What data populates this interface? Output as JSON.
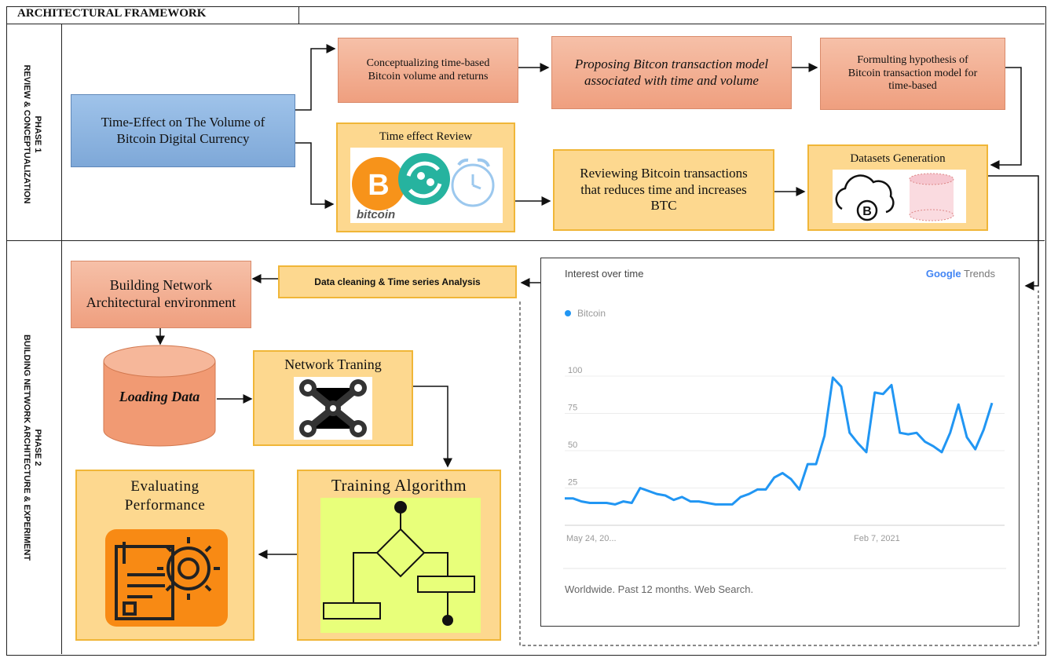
{
  "title": "ARCHITECTURAL FRAMEWORK",
  "phase1": {
    "label_line1": "PHASE 1",
    "label_line2": "REVIEW  & CONCEPTUALIZATION",
    "main_box": "Time-Effect on The Volume of Bitcoin Digital Currency",
    "box_conceptualizing": "Conceptualizing time-based Bitcoin volume and returns",
    "box_proposing": "Proposing Bitcon transaction model associated  with time and volume",
    "box_formulting": "Formulting hypothesis of Bitcoin transaction model for time-based",
    "box_time_effect_review": "Time effect Review",
    "bitcoin_word": "bitcoin",
    "box_reviewing": "Reviewing Bitcoin transactions that reduces time and increases BTC",
    "box_datasets": "Datasets Generation"
  },
  "phase2": {
    "label_line1": "PHASE 2",
    "label_line2": "BUILDING NETWORK ARCHITECTURE & EXPERIMENT",
    "box_data_cleaning": "Data cleaning & Time series Analysis",
    "box_building_network": "Building Network Architectural environment",
    "box_loading_data": "Loading Data",
    "box_network_training": "Network Traning",
    "box_training_algorithm": "Training Algorithm",
    "box_evaluating": "Evaluating Performance"
  },
  "trends": {
    "header": "Interest over time",
    "brand": "Google",
    "brand_suffix": "Trends",
    "footer": "Worldwide. Past 12 months. Web Search."
  },
  "colors": {
    "salmon": "#ef9f7f",
    "yellow": "#fdd88f",
    "blue": "#7ea8d8",
    "trend_line": "#2196f3",
    "algo_bg": "#e8ff7a"
  },
  "chart_data": {
    "type": "line",
    "series": [
      {
        "name": "Bitcoin",
        "values": [
          18,
          18,
          16,
          15,
          15,
          15,
          14,
          16,
          15,
          25,
          23,
          21,
          20,
          17,
          19,
          16,
          16,
          15,
          14,
          14,
          14,
          19,
          21,
          24,
          24,
          32,
          35,
          31,
          24,
          41,
          41,
          60,
          99,
          93,
          62,
          55,
          49,
          89,
          88,
          94,
          62,
          61,
          62,
          56,
          53,
          49,
          62,
          81,
          59,
          51,
          64,
          82
        ]
      }
    ],
    "x_tick_labels": [
      "May 24, 20...",
      "Feb 7, 2021"
    ],
    "y_ticks": [
      25,
      50,
      75,
      100
    ],
    "ylim": [
      0,
      100
    ],
    "grid": true,
    "legend": "top-left"
  }
}
